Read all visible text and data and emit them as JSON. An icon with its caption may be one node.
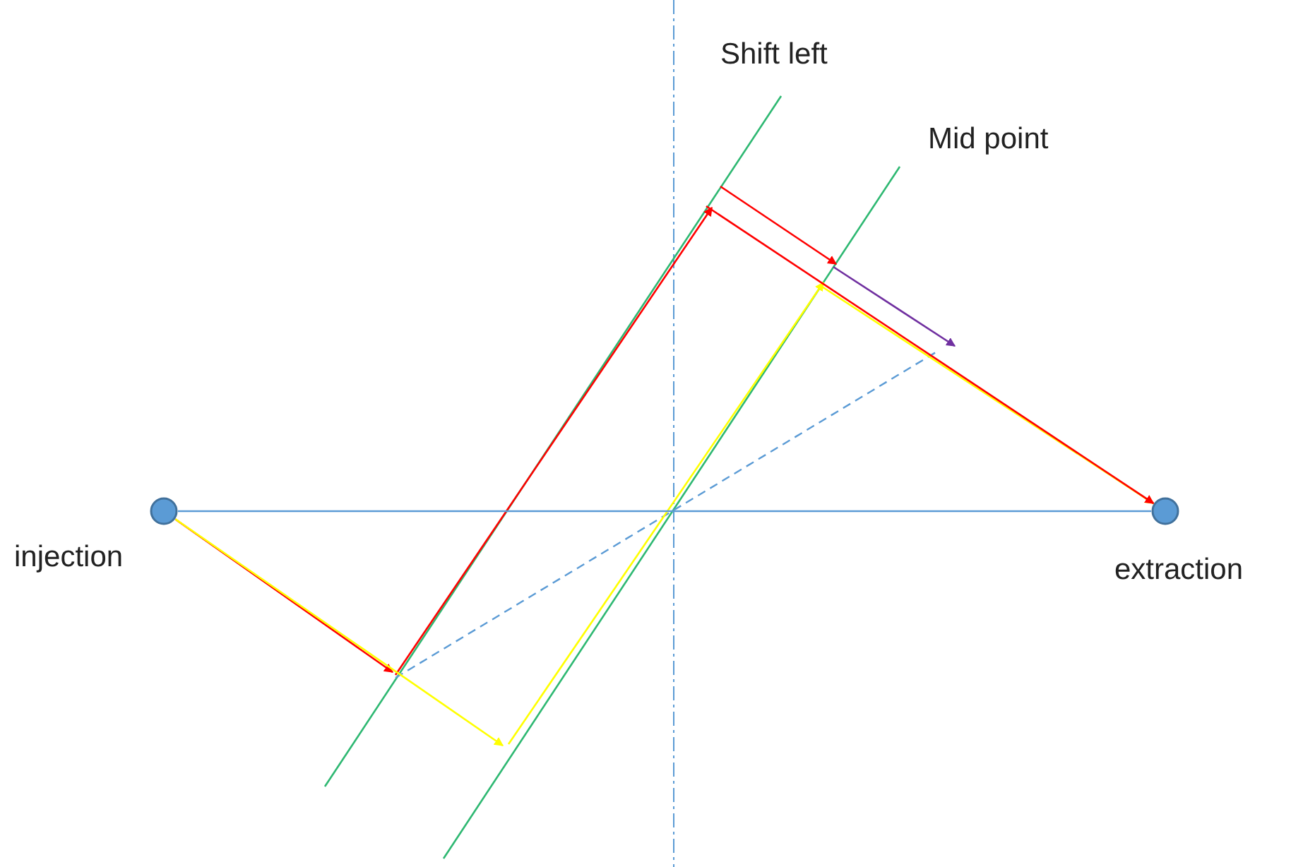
{
  "diagram": {
    "nodes": [
      {
        "text": [],
        "shape": "circle",
        "beside": [
          "injection"
        ]
      },
      {
        "text": [],
        "shape": "circle",
        "beside": [
          "extraction"
        ]
      }
    ],
    "edges": [
      {
        "from": 0,
        "to": 1,
        "arrow": "none",
        "color": "#5b9bd5"
      },
      {
        "from": 0,
        "to": null,
        "arrow": "to",
        "color": "#ff0000"
      },
      {
        "from": 0,
        "to": null,
        "arrow": "to",
        "color": "#ffff00"
      },
      {
        "from": null,
        "to": 1,
        "arrow": "to",
        "color": "#ffff00"
      },
      {
        "from": null,
        "to": 1,
        "arrow": "to",
        "color": "#ff0000"
      }
    ],
    "labels": [
      "Shift left",
      "Mid point"
    ]
  }
}
